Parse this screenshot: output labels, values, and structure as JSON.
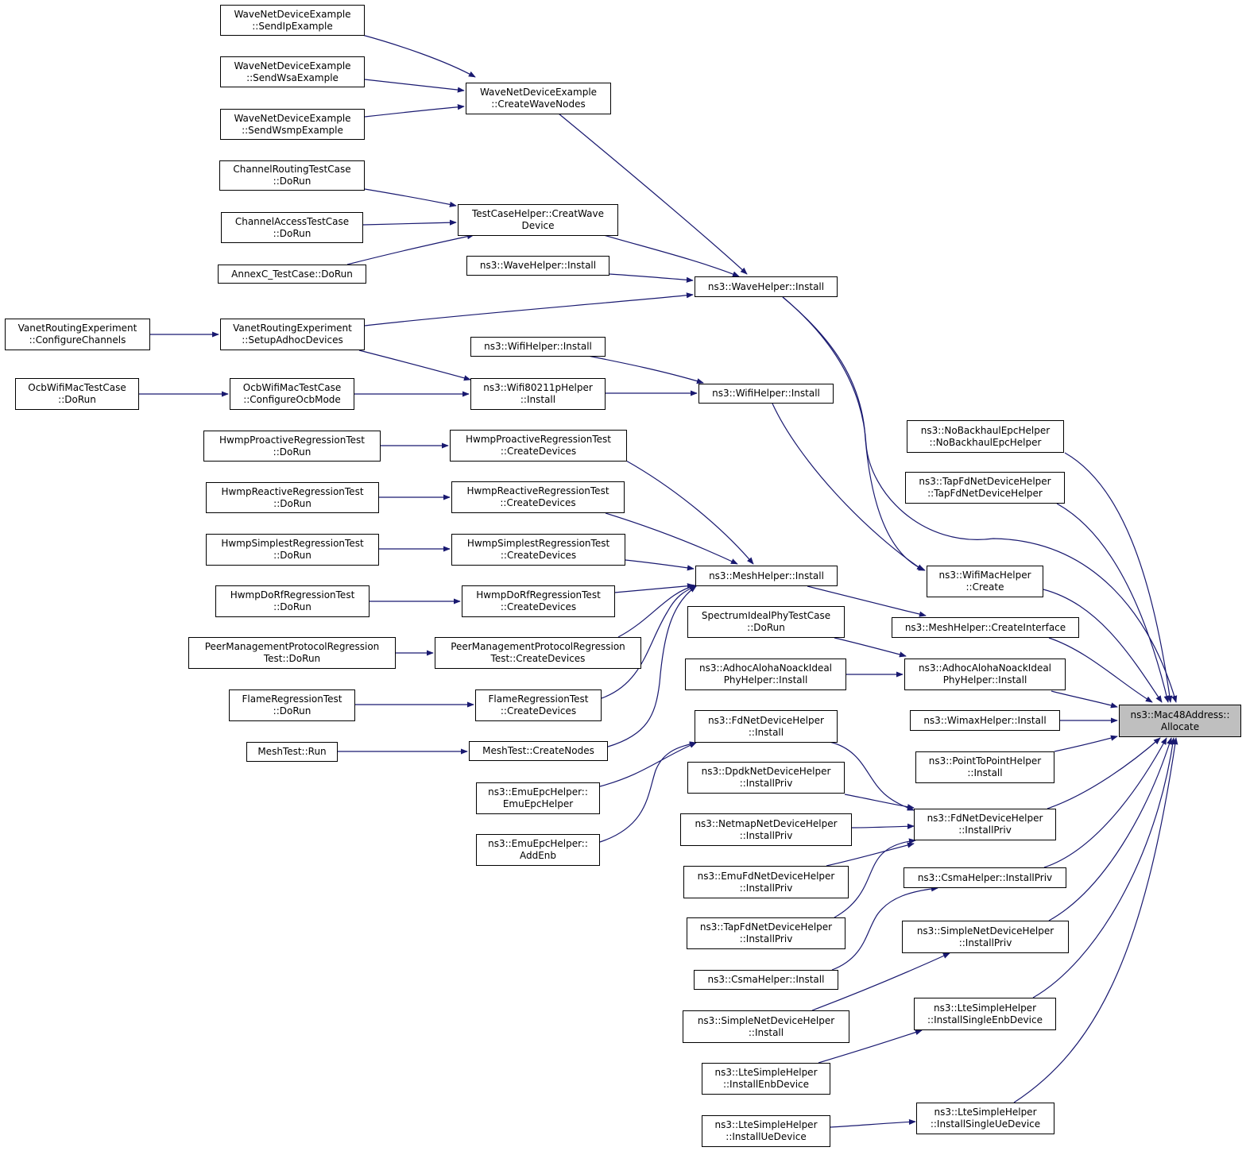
{
  "colors": {
    "edge": "#191970",
    "root_fill": "#bfbfbf",
    "node_border": "#000000"
  },
  "graph": {
    "root": {
      "l1": "ns3::Mac48Address::",
      "l2": "Allocate"
    },
    "nodes": {
      "n01": {
        "l1": "WaveNetDeviceExample",
        "l2": "::SendIpExample"
      },
      "n02": {
        "l1": "WaveNetDeviceExample",
        "l2": "::SendWsaExample"
      },
      "n03": {
        "l1": "WaveNetDeviceExample",
        "l2": "::SendWsmpExample"
      },
      "n04": {
        "l1": "WaveNetDeviceExample",
        "l2": "::CreateWaveNodes"
      },
      "n05": {
        "l1": "ChannelRoutingTestCase",
        "l2": "::DoRun"
      },
      "n06": {
        "l1": "ChannelAccessTestCase",
        "l2": "::DoRun"
      },
      "n07": {
        "l1": "AnnexC_TestCase::DoRun"
      },
      "n08": {
        "l1": "TestCaseHelper::CreatWave",
        "l2": "Device"
      },
      "n09": {
        "l1": "ns3::WaveHelper::Install"
      },
      "n10": {
        "l1": "ns3::WaveHelper::Install"
      },
      "n11": {
        "l1": "VanetRoutingExperiment",
        "l2": "::ConfigureChannels"
      },
      "n12": {
        "l1": "VanetRoutingExperiment",
        "l2": "::SetupAdhocDevices"
      },
      "n13": {
        "l1": "ns3::WifiHelper::Install"
      },
      "n14": {
        "l1": "OcbWifiMacTestCase",
        "l2": "::DoRun"
      },
      "n15": {
        "l1": "OcbWifiMacTestCase",
        "l2": "::ConfigureOcbMode"
      },
      "n16": {
        "l1": "ns3::Wifi80211pHelper",
        "l2": "::Install"
      },
      "n17": {
        "l1": "ns3::WifiHelper::Install"
      },
      "n18": {
        "l1": "HwmpProactiveRegressionTest",
        "l2": "::DoRun"
      },
      "n19": {
        "l1": "HwmpProactiveRegressionTest",
        "l2": "::CreateDevices"
      },
      "n20": {
        "l1": "HwmpReactiveRegressionTest",
        "l2": "::DoRun"
      },
      "n21": {
        "l1": "HwmpReactiveRegressionTest",
        "l2": "::CreateDevices"
      },
      "n22": {
        "l1": "HwmpSimplestRegressionTest",
        "l2": "::DoRun"
      },
      "n23": {
        "l1": "HwmpSimplestRegressionTest",
        "l2": "::CreateDevices"
      },
      "n24": {
        "l1": "HwmpDoRfRegressionTest",
        "l2": "::DoRun"
      },
      "n25": {
        "l1": "HwmpDoRfRegressionTest",
        "l2": "::CreateDevices"
      },
      "n26": {
        "l1": "PeerManagementProtocolRegression",
        "l2": "Test::DoRun"
      },
      "n27": {
        "l1": "PeerManagementProtocolRegression",
        "l2": "Test::CreateDevices"
      },
      "n28": {
        "l1": "FlameRegressionTest",
        "l2": "::DoRun"
      },
      "n29": {
        "l1": "FlameRegressionTest",
        "l2": "::CreateDevices"
      },
      "n30": {
        "l1": "MeshTest::Run"
      },
      "n31": {
        "l1": "MeshTest::CreateNodes"
      },
      "n32": {
        "l1": "ns3::EmuEpcHelper::",
        "l2": "EmuEpcHelper"
      },
      "n33": {
        "l1": "ns3::EmuEpcHelper::",
        "l2": "AddEnb"
      },
      "n34": {
        "l1": "ns3::MeshHelper::Install"
      },
      "n35": {
        "l1": "SpectrumIdealPhyTestCase",
        "l2": "::DoRun"
      },
      "n36": {
        "l1": "ns3::AdhocAlohaNoackIdeal",
        "l2": "PhyHelper::Install"
      },
      "n37": {
        "l1": "ns3::FdNetDeviceHelper",
        "l2": "::Install"
      },
      "n38": {
        "l1": "ns3::DpdkNetDeviceHelper",
        "l2": "::InstallPriv"
      },
      "n39": {
        "l1": "ns3::NetmapNetDeviceHelper",
        "l2": "::InstallPriv"
      },
      "n40": {
        "l1": "ns3::EmuFdNetDeviceHelper",
        "l2": "::InstallPriv"
      },
      "n41": {
        "l1": "ns3::TapFdNetDeviceHelper",
        "l2": "::InstallPriv"
      },
      "n42": {
        "l1": "ns3::CsmaHelper::Install"
      },
      "n43": {
        "l1": "ns3::SimpleNetDeviceHelper",
        "l2": "::Install"
      },
      "n44": {
        "l1": "ns3::LteSimpleHelper",
        "l2": "::InstallEnbDevice"
      },
      "n45": {
        "l1": "ns3::LteSimpleHelper",
        "l2": "::InstallUeDevice"
      },
      "n46": {
        "l1": "ns3::NoBackhaulEpcHelper",
        "l2": "::NoBackhaulEpcHelper"
      },
      "n47": {
        "l1": "ns3::TapFdNetDeviceHelper",
        "l2": "::TapFdNetDeviceHelper"
      },
      "n48": {
        "l1": "ns3::WifiMacHelper",
        "l2": "::Create"
      },
      "n49": {
        "l1": "ns3::MeshHelper::CreateInterface"
      },
      "n50": {
        "l1": "ns3::AdhocAlohaNoackIdeal",
        "l2": "PhyHelper::Install"
      },
      "n51": {
        "l1": "ns3::WimaxHelper::Install"
      },
      "n52": {
        "l1": "ns3::PointToPointHelper",
        "l2": "::Install"
      },
      "n53": {
        "l1": "ns3::FdNetDeviceHelper",
        "l2": "::InstallPriv"
      },
      "n54": {
        "l1": "ns3::CsmaHelper::InstallPriv"
      },
      "n55": {
        "l1": "ns3::SimpleNetDeviceHelper",
        "l2": "::InstallPriv"
      },
      "n56": {
        "l1": "ns3::LteSimpleHelper",
        "l2": "::InstallSingleEnbDevice"
      },
      "n57": {
        "l1": "ns3::LteSimpleHelper",
        "l2": "::InstallSingleUeDevice"
      }
    }
  }
}
